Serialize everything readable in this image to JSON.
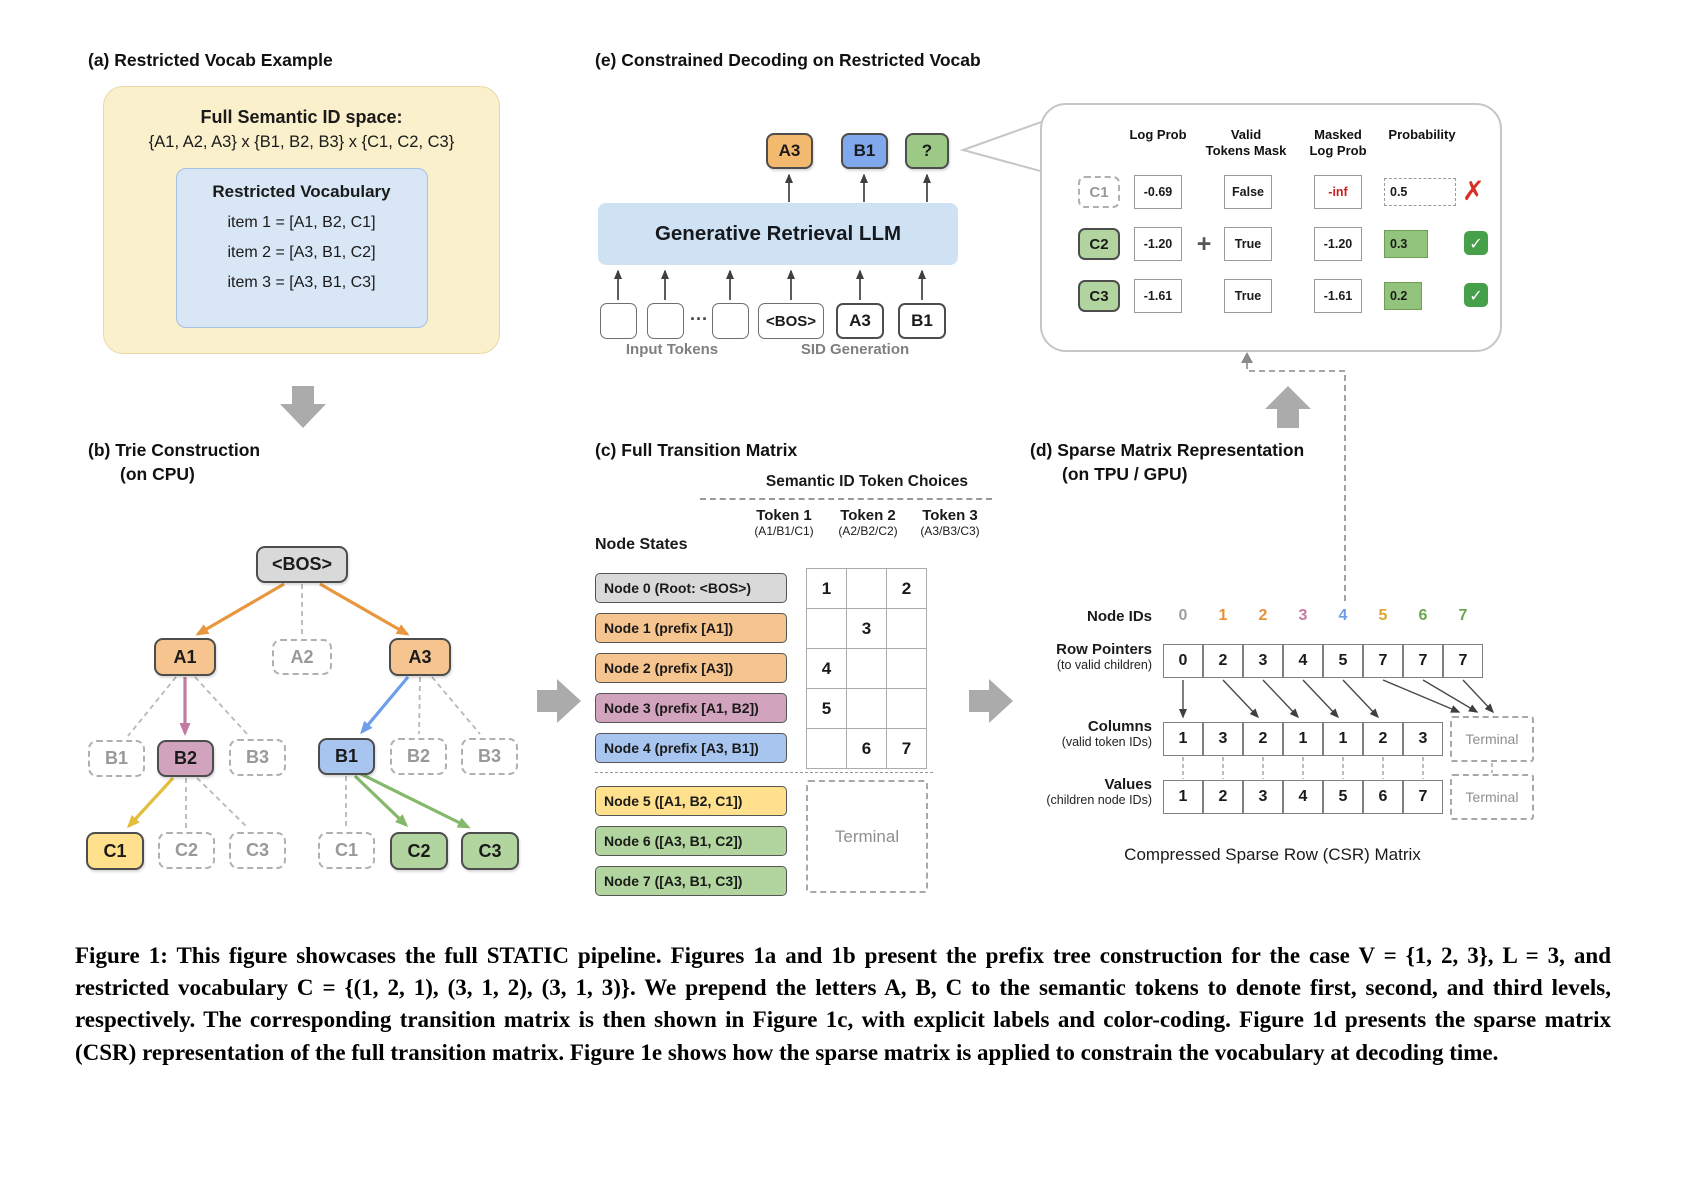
{
  "palette": {
    "gray": "#D9D9D9",
    "orange": "#F6C48E",
    "mauve": "#D2A3BC",
    "blue": "#A8C5F0",
    "yellow": "#FFE08C",
    "green": "#B2D5A0",
    "token_orange": "#F2B96F",
    "token_blue": "#7FA8ED",
    "token_green": "#9CCA86",
    "true_green": "#93C47D",
    "red": "#CC1F1F",
    "check_green": "#45A049",
    "arrow_gray": "#ABABAB"
  },
  "panel_a": {
    "title": "(a) Restricted Vocab Example",
    "space_label": "Full Semantic ID space:",
    "space_value": "{A1, A2, A3} x {B1, B2, B3} x {C1, C2, C3}",
    "vocab_title": "Restricted Vocabulary",
    "items": [
      "item 1 = [A1, B2, C1]",
      "item 2 = [A3, B1, C2]",
      "item 3 = [A3, B1, C3]"
    ]
  },
  "panel_b": {
    "title": "(b) Trie Construction",
    "subtitle": "(on CPU)",
    "nodes": {
      "bos": "<BOS>",
      "a1": "A1",
      "a2": "A2",
      "a3": "A3",
      "b1_left": "B1",
      "b2": "B2",
      "b3_left": "B3",
      "b1": "B1",
      "b2_right": "B2",
      "b3_right": "B3",
      "c1": "C1",
      "c2_left": "C2",
      "c3_left": "C3",
      "c1_right": "C1",
      "c2": "C2",
      "c3": "C3"
    }
  },
  "panel_c": {
    "title": "(c) Full Transition Matrix",
    "header": "Semantic ID Token Choices",
    "node_states_label": "Node States",
    "token_headers": [
      {
        "name": "Token 1",
        "sub": "(A1/B1/C1)"
      },
      {
        "name": "Token 2",
        "sub": "(A2/B2/C2)"
      },
      {
        "name": "Token 3",
        "sub": "(A3/B3/C3)"
      }
    ],
    "row_labels": [
      "Node 0 (Root: <BOS>)",
      "Node 1 (prefix [A1])",
      "Node 2 (prefix [A3])",
      "Node 3 (prefix [A1, B2])",
      "Node 4 (prefix [A3, B1])",
      "Node 5 ([A1, B2, C1])",
      "Node 6 ([A3, B1, C2])",
      "Node 7 ([A3, B1, C3])"
    ],
    "cells": {
      "r0c0": "1",
      "r0c2": "2",
      "r1c1": "3",
      "r2c0": "4",
      "r3c0": "5",
      "r4c1": "6",
      "r4c2": "7"
    },
    "terminal_label": "Terminal"
  },
  "panel_d": {
    "title": "(d) Sparse Matrix Representation",
    "subtitle": "(on TPU / GPU)",
    "node_ids_label": "Node IDs",
    "node_ids": [
      "0",
      "1",
      "2",
      "3",
      "4",
      "5",
      "6",
      "7"
    ],
    "rp_label": "Row Pointers",
    "rp_sub": "(to valid children)",
    "row_pointers": [
      "0",
      "2",
      "3",
      "4",
      "5",
      "7",
      "7",
      "7"
    ],
    "cols_label": "Columns",
    "cols_sub": "(valid token IDs)",
    "columns": [
      "1",
      "3",
      "2",
      "1",
      "1",
      "2",
      "3"
    ],
    "vals_label": "Values",
    "vals_sub": "(children node IDs)",
    "values": [
      "1",
      "2",
      "3",
      "4",
      "5",
      "6",
      "7"
    ],
    "terminal_label": "Terminal",
    "caption": "Compressed Sparse Row (CSR) Matrix"
  },
  "panel_e": {
    "title": "(e) Constrained Decoding on Restricted Vocab",
    "llm_label": "Generative Retrieval LLM",
    "out_tokens": [
      "A3",
      "B1",
      "?"
    ],
    "ellipsis": "···",
    "bos_token": "<BOS>",
    "seq_tokens": [
      "A3",
      "B1"
    ],
    "input_label": "Input Tokens",
    "sid_label": "SID Generation",
    "plus": "+",
    "headers": [
      {
        "l1": "",
        "l2": "Log Prob"
      },
      {
        "l1": "Valid",
        "l2": "Tokens Mask"
      },
      {
        "l1": "Masked",
        "l2": "Log Prob"
      },
      {
        "l1": "",
        "l2": "Probability"
      }
    ],
    "rows": [
      {
        "token": "C1",
        "log_prob": "-0.69",
        "mask": "False",
        "masked": "-inf",
        "prob": "0.5"
      },
      {
        "token": "C2",
        "log_prob": "-1.20",
        "mask": "True",
        "masked": "-1.20",
        "prob": "0.3"
      },
      {
        "token": "C3",
        "log_prob": "-1.61",
        "mask": "True",
        "masked": "-1.61",
        "prob": "0.2"
      }
    ]
  },
  "figure_caption": "Figure 1: This figure showcases the full STATIC pipeline. Figures 1a and 1b present the prefix tree construction for the case V = {1, 2, 3}, L = 3, and restricted vocabulary C = {(1, 2, 1), (3, 1, 2), (3, 1, 3)}. We prepend the letters A, B, C to the semantic tokens to denote first, second, and third levels, respectively. The corresponding transition matrix is then shown in Figure 1c, with explicit labels and color-coding. Figure 1d presents the sparse matrix (CSR) representation of the full transition matrix. Figure 1e shows how the sparse matrix is applied to constrain the vocabulary at decoding time."
}
